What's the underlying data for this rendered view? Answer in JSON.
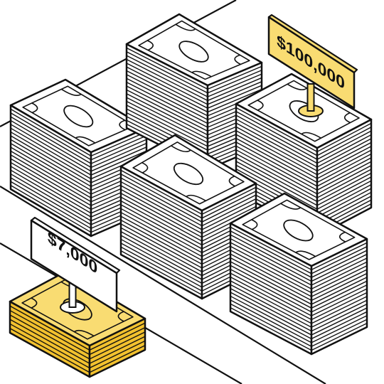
{
  "illustration": {
    "colors": {
      "outline": "#111111",
      "bill": "#ffffff",
      "gold": "#f2c12e",
      "gold_light": "#f9dc72",
      "sign_plain": "#ffffff",
      "sign_gold": "#f9dc72"
    },
    "stacks": [
      {
        "name": "stack-left",
        "tone": "white",
        "tags": ""
      },
      {
        "name": "stack-back-center",
        "tone": "white",
        "tags": ""
      },
      {
        "name": "stack-back-right",
        "tone": "white",
        "tags": ""
      },
      {
        "name": "stack-middle",
        "tone": "white",
        "tags": ""
      },
      {
        "name": "stack-front-right",
        "tone": "white",
        "tags": ""
      },
      {
        "name": "stack-small-gold",
        "tone": "gold",
        "tags": ""
      }
    ],
    "signs": {
      "large": {
        "text": "$100,000",
        "tone": "gold"
      },
      "small": {
        "text": "$7,000",
        "tone": "white"
      }
    }
  }
}
